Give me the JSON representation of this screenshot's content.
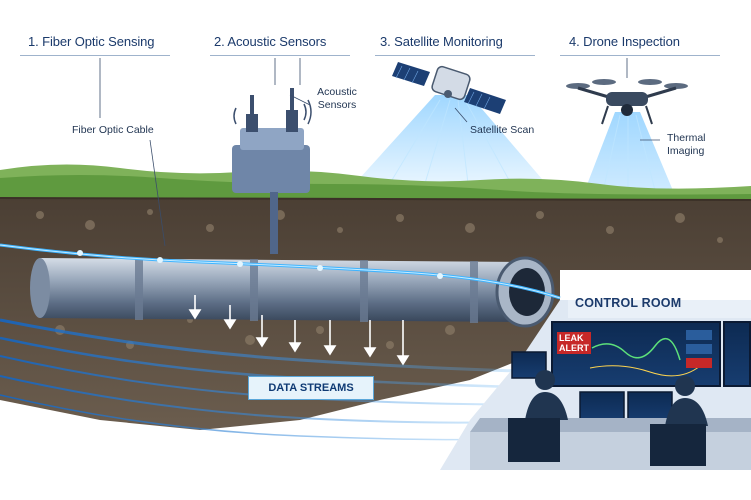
{
  "headers": [
    "1. Fiber Optic Sensing",
    "2. Acoustic Sensors",
    "3. Satellite Monitoring",
    "4. Drone Inspection"
  ],
  "labels": {
    "fiber_optic_cable": "Fiber Optic Cable",
    "acoustic_sensors_line1": "Acoustic",
    "acoustic_sensors_line2": "Sensors",
    "satellite_scan": "Satellite Scan",
    "thermal_imaging_line1": "Thermal",
    "thermal_imaging_line2": "Imaging",
    "control_room": "CONTROL ROOM",
    "leak_alert_line1": "LEAK",
    "leak_alert_line2": "ALERT",
    "data_streams": "DATA STREAMS"
  },
  "colors": {
    "header_text": "#1b3a6b",
    "accent_blue": "#1e88e5",
    "alert_red": "#c62828",
    "soil": "#5a4a3a",
    "grass": "#6aa84f"
  }
}
